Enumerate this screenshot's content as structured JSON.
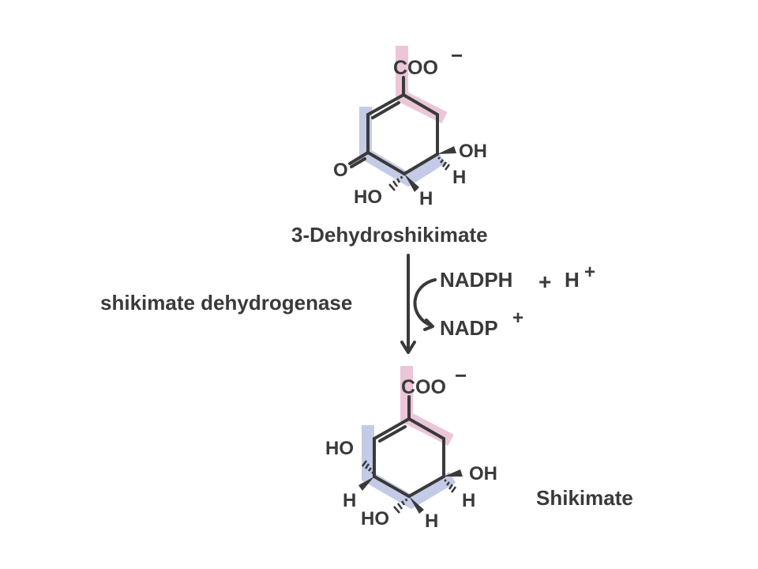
{
  "top_molecule": {
    "name": "3-Dehydroshikimate",
    "carboxylate": "COO",
    "carboxylate_charge": "−",
    "ketone_o": "O",
    "oh_right": "OH",
    "h_right": "H",
    "oh_bottom": "HO",
    "h_bottom": "H"
  },
  "reaction": {
    "enzyme": "shikimate dehydrogenase",
    "cofactor_in": "NADPH",
    "plus": "+",
    "proton": "H",
    "proton_charge": "+",
    "cofactor_out": "NADP",
    "cofactor_out_charge": "+"
  },
  "bottom_molecule": {
    "name": "Shikimate",
    "carboxylate": "COO",
    "carboxylate_charge": "−",
    "ho_left": "HO",
    "h_left": "H",
    "oh_right": "OH",
    "h_right": "H",
    "ho_bottom": "HO",
    "h_bottom": "H"
  },
  "colors": {
    "highlight_pink": "#ebc6d8",
    "highlight_blue": "#c4cbe6",
    "ink": "#3a3a3a"
  }
}
